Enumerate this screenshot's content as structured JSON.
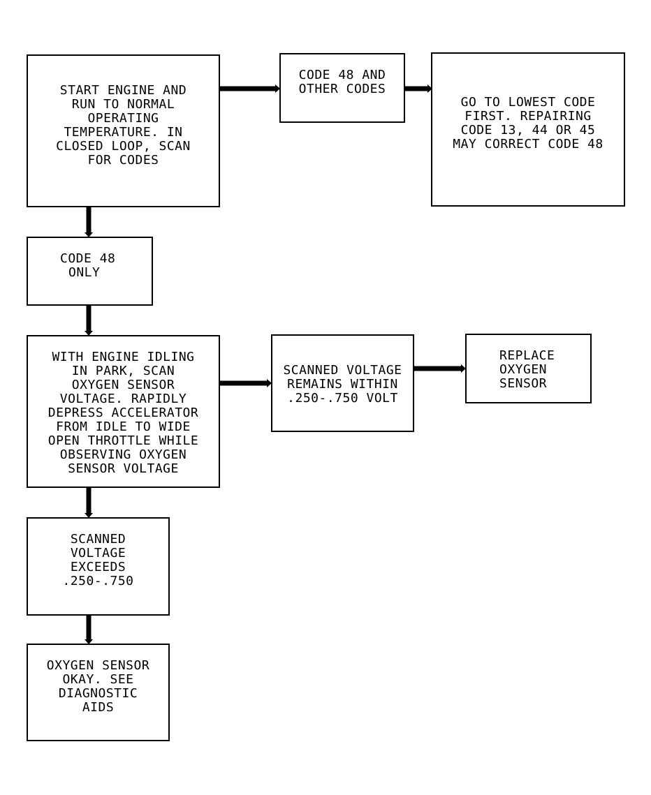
{
  "boxes": {
    "start": [
      "START ENGINE AND",
      "RUN TO NORMAL",
      "OPERATING",
      "TEMPERATURE. IN",
      "CLOSED LOOP, SCAN",
      "FOR CODES"
    ],
    "code48_other": [
      "CODE 48 AND",
      "OTHER CODES"
    ],
    "lowest_code": [
      "GO TO LOWEST CODE",
      "FIRST. REPAIRING",
      "CODE 13, 44 OR 45",
      "MAY CORRECT CODE 48"
    ],
    "code48_only": [
      "CODE 48",
      "ONLY"
    ],
    "idle_scan": [
      "WITH ENGINE IDLING",
      "IN PARK, SCAN",
      "OXYGEN SENSOR",
      "VOLTAGE. RAPIDLY",
      "DEPRESS ACCELERATOR",
      "FROM IDLE TO WIDE",
      "OPEN THROTTLE WHILE",
      "OBSERVING OXYGEN",
      "SENSOR VOLTAGE"
    ],
    "voltage_within": [
      "SCANNED VOLTAGE",
      "REMAINS WITHIN",
      ".250-.750 VOLT"
    ],
    "replace_sensor": [
      "REPLACE",
      "OXYGEN",
      "SENSOR"
    ],
    "voltage_exceeds": [
      "SCANNED",
      "VOLTAGE",
      "EXCEEDS",
      ".250-.750"
    ],
    "sensor_okay": [
      "OXYGEN SENSOR",
      "OKAY. SEE",
      "DIAGNOSTIC",
      "AIDS"
    ]
  }
}
